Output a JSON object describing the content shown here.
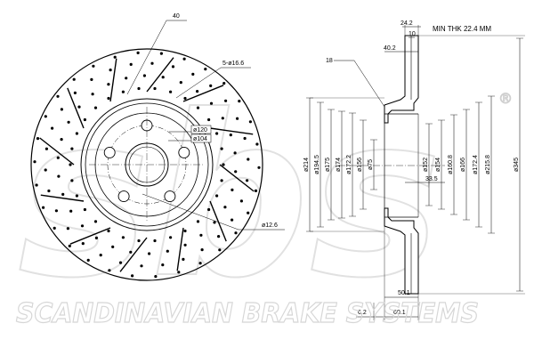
{
  "watermark": {
    "logo": "sbs",
    "registered": "®",
    "company": "SCANDINAVIAN BRAKE SYSTEMS"
  },
  "front_view": {
    "callouts": {
      "offset": "40",
      "holes": "5-ø16.6",
      "pcd": "ø120",
      "center_bore": "ø104",
      "bolt_hole": "ø12.6"
    }
  },
  "section_view": {
    "min_thickness": "MIN THK 22.4 MM",
    "top": {
      "thickness": "24.2",
      "inner": "10",
      "offset": "40.2",
      "radius": "18"
    },
    "left_diameters": [
      "ø214",
      "ø194.5",
      "ø175",
      "ø174",
      "ø172.2",
      "ø156",
      "ø75"
    ],
    "right_diameters": [
      "ø152",
      "ø154",
      "ø160.8",
      "ø166",
      "ø172.4",
      "ø215.8",
      "ø345"
    ],
    "hat_depth": "33.5",
    "bottom": {
      "height": "50.1",
      "overall_height": "60.1",
      "lip": "6.2"
    }
  }
}
